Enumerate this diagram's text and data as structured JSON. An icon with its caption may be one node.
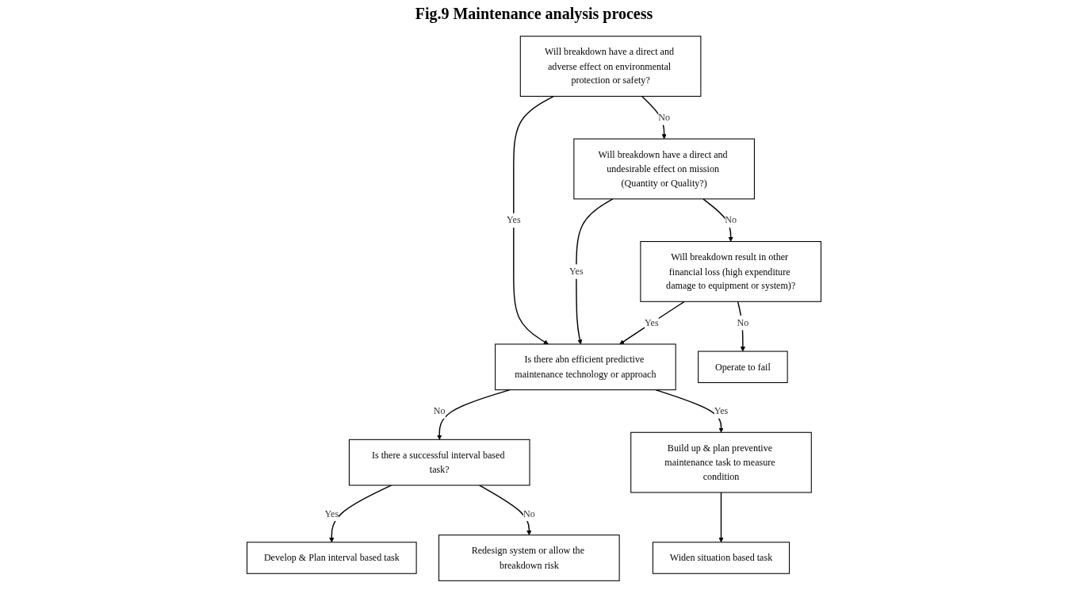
{
  "diagram": {
    "title": "Fig.9 Maintenance analysis process",
    "nodes": [
      {
        "text": [
          "Will breakdown have a direct and adverse effect on environmental protection or safety?"
        ]
      },
      {
        "text": [
          "Will breakdown have a direct and undesirable effect on mission (Quantity or Quality?)"
        ]
      },
      {
        "text": [
          "Will breakdown result in other financial loss (high expenditure damage to equipment or system)?"
        ]
      },
      {
        "text": [
          "Is there abn efficient predictive maintenance technology or approach"
        ]
      },
      {
        "text": [
          "Is there a successful interval based task?"
        ]
      },
      {
        "text": [
          "Build up & plan preventive maintenance task to measure condition"
        ]
      },
      {
        "text": [
          "Widen situation based task"
        ]
      },
      {
        "text": [
          "Develop & Plan interval based task"
        ]
      },
      {
        "text": [
          "Redesign system or allow the breakdown risk"
        ]
      },
      {
        "text": [
          "Operate to fail"
        ]
      }
    ],
    "edges": [
      {
        "from": 0,
        "to": 1,
        "label": "No",
        "arrow": "to"
      },
      {
        "from": 1,
        "to": 2,
        "label": "No",
        "arrow": "to"
      },
      {
        "from": 0,
        "to": 3,
        "label": "Yes",
        "arrow": "to"
      },
      {
        "from": 1,
        "to": 3,
        "label": "Yes",
        "arrow": "to"
      },
      {
        "from": 2,
        "to": 3,
        "label": "Yes",
        "arrow": "to"
      },
      {
        "from": 3,
        "to": 4,
        "label": "No",
        "arrow": "to"
      },
      {
        "from": 2,
        "to": 9,
        "label": "No",
        "arrow": "to"
      },
      {
        "from": 3,
        "to": 5,
        "label": "Yes",
        "arrow": "to"
      },
      {
        "from": 4,
        "to": 7,
        "label": "Yes",
        "arrow": "to"
      },
      {
        "from": 4,
        "to": 8,
        "label": "No",
        "arrow": "to"
      },
      {
        "from": 5,
        "to": 6,
        "arrow": "to"
      }
    ]
  }
}
